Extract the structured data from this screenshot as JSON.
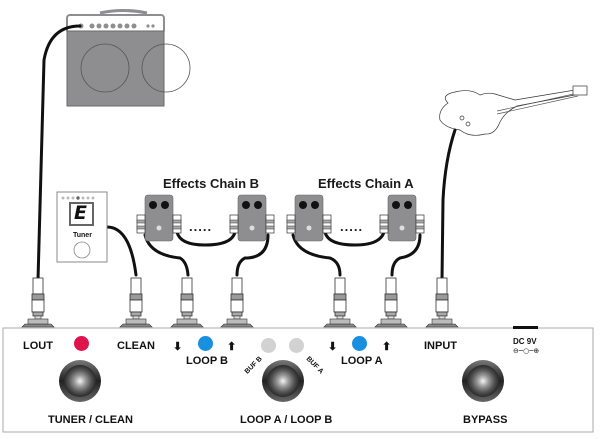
{
  "diagram": {
    "amp": {
      "name": "Amplifier"
    },
    "tuner": {
      "display_char": "E",
      "label": "Tuner"
    },
    "guitar": {
      "name": "Electric Guitar"
    },
    "chains": [
      {
        "title": "Effects Chain B",
        "ellipsis": "....."
      },
      {
        "title": "Effects Chain A",
        "ellipsis": "....."
      }
    ],
    "panel": {
      "jacks": {
        "lout": "LOUT",
        "clean": "CLEAN",
        "input": "INPUT",
        "dc": "DC 9V"
      },
      "loops": {
        "loop_b": "LOOP B",
        "loop_a": "LOOP A",
        "send_arrow": "⬇",
        "return_arrow": "⬆"
      },
      "buffers": {
        "buf_b": "BUF B",
        "buf_a": "BUF A"
      },
      "footswitches": {
        "tuner_clean": "TUNER / CLEAN",
        "loop_a_b": "LOOP A / LOOP B",
        "bypass": "BYPASS"
      },
      "leds": {
        "tuner": "#e0144c",
        "loop_b": "#1a8fe0",
        "loop_a": "#1a8fe0",
        "buf_b": "#d2d2d2",
        "buf_a": "#d2d2d2"
      }
    }
  }
}
